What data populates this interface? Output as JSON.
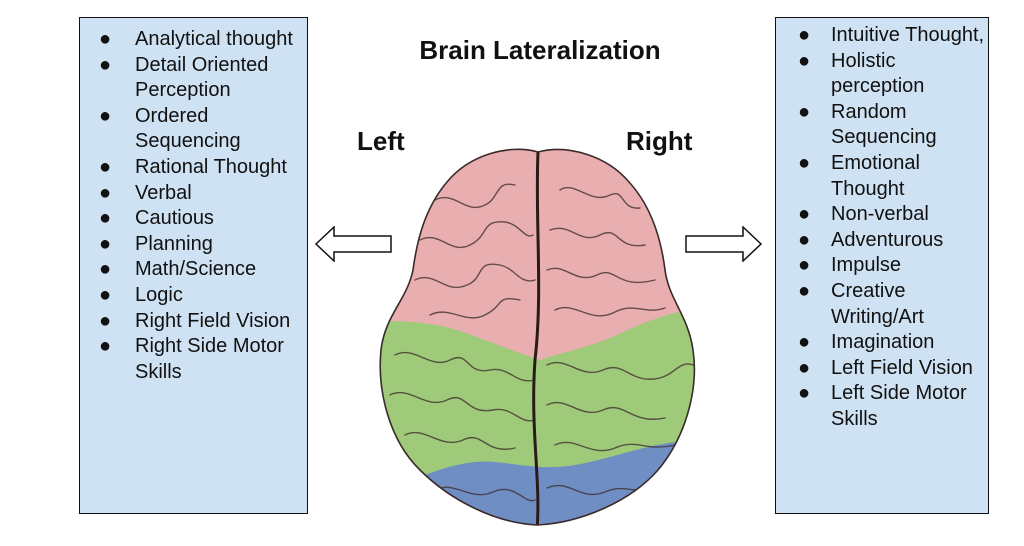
{
  "title": "Brain Lateralization",
  "left_label": "Left",
  "right_label": "Right",
  "bullet": "●",
  "left_list": [
    "Analytical thought",
    "Detail Oriented Perception",
    "Ordered Sequencing",
    "Rational Thought",
    "Verbal",
    "Cautious",
    "Planning",
    "Math/Science",
    "Logic",
    "Right Field Vision",
    "Right Side Motor Skills"
  ],
  "right_list": [
    "Intuitive Thought,",
    "Holistic perception",
    "Random Sequencing",
    "Emotional Thought",
    "Non-verbal",
    "Adventurous",
    "Impulse",
    "Creative Writing/Art",
    "Imagination",
    "Left Field Vision",
    "Left Side Motor Skills"
  ],
  "colors": {
    "panel_fill": "#cfe2f3",
    "brain_upper_pink": "#e8aeb0",
    "brain_middle_green": "#9fca7a",
    "brain_lower_blue": "#6f8fc4"
  }
}
